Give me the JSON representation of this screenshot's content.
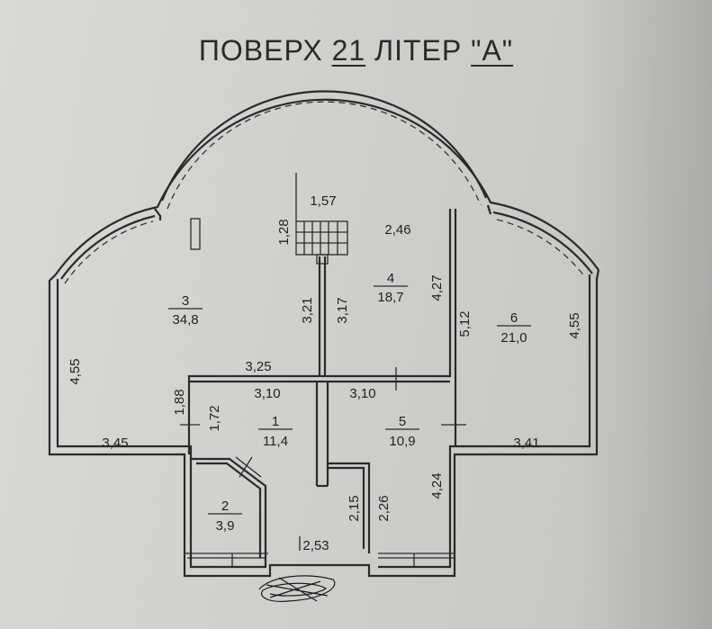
{
  "title": {
    "prefix": "ПОВЕРХ ",
    "floor": "21",
    "middle": " ЛІТЕР ",
    "letter": "\"А\""
  },
  "rooms": [
    {
      "number": "1",
      "area": "11,4"
    },
    {
      "number": "2",
      "area": "3,9"
    },
    {
      "number": "3",
      "area": "34,8"
    },
    {
      "number": "4",
      "area": "18,7"
    },
    {
      "number": "5",
      "area": "10,9"
    },
    {
      "number": "6",
      "area": "21,0"
    }
  ],
  "dimensions": {
    "stair_width": "1,57",
    "stair_depth": "1,28",
    "hall_top": "2,46",
    "hall_right": "4,27",
    "stair_left_3": "3,21",
    "stair_right_4": "3,17",
    "room3_left": "4,55",
    "room3_bottom": "3,45",
    "room3_divider": "3,25",
    "room1_top": "3,10",
    "room5_top": "3,10",
    "room1_left_outer": "1,88",
    "room1_left_inner": "1,72",
    "room6_left": "5,12",
    "room6_right": "4,55",
    "room6_bottom": "3,41",
    "corridor_a": "2,15",
    "corridor_b": "2,26",
    "room5_right": "4,24",
    "bottom": "2,53"
  }
}
